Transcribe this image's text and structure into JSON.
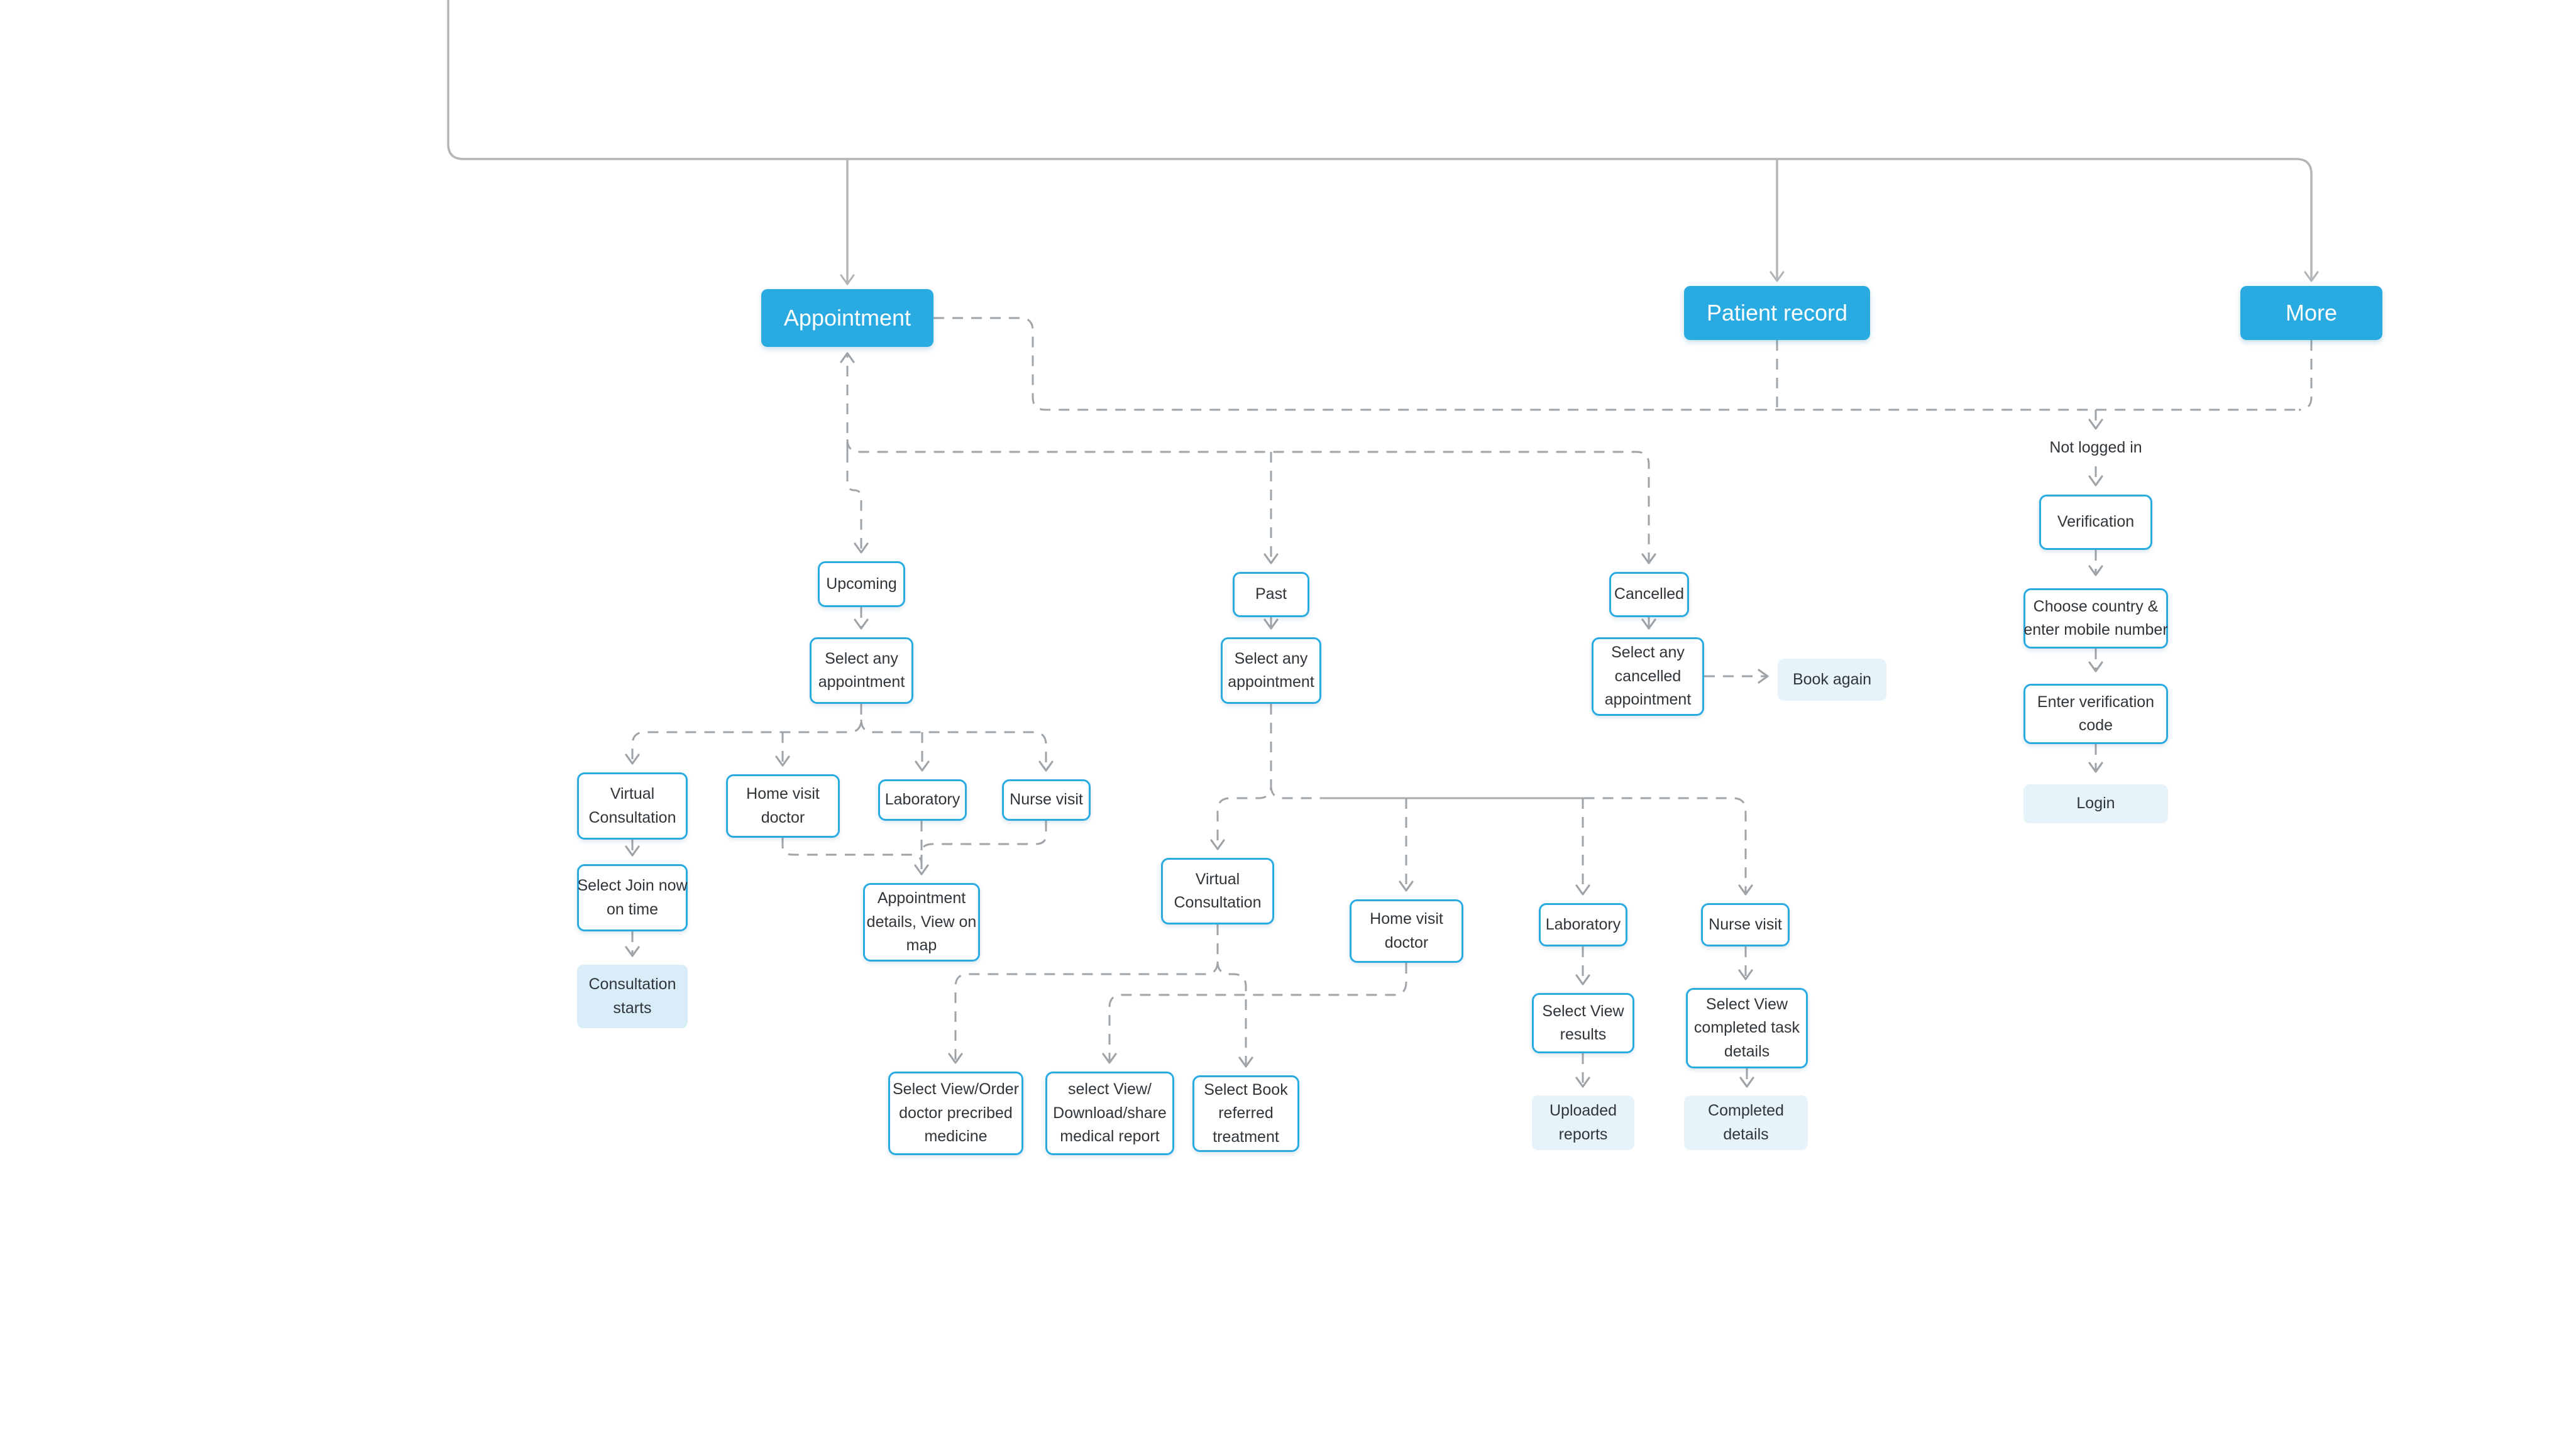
{
  "colors": {
    "primary_blue": "#29ABE2",
    "soft_blue_fill": "#E6F3FB",
    "soft_blue_fill_dark": "#D8EDF8",
    "connector_gray": "#9FA4A9",
    "text": "#30353A"
  },
  "labels": {
    "not_logged_in": "Not logged in"
  },
  "nodes": {
    "appointment": {
      "label": "Appointment"
    },
    "patient_record": {
      "label": "Patient record"
    },
    "more": {
      "label": "More"
    },
    "upcoming": {
      "label": "Upcoming"
    },
    "select_any_appointment_upcoming": {
      "label": "Select any\nappointment"
    },
    "virtual_consultation_1": {
      "label": "Virtual\nConsultation"
    },
    "home_visit_doctor_1": {
      "label": "Home visit\ndoctor"
    },
    "laboratory_1": {
      "label": "Laboratory"
    },
    "nurse_visit_1": {
      "label": "Nurse visit"
    },
    "select_join_now": {
      "label": "Select Join now\non time"
    },
    "consultation_starts": {
      "label": "Consultation\nstarts"
    },
    "appointment_details": {
      "label": "Appointment\ndetails, View on\nmap"
    },
    "past": {
      "label": "Past"
    },
    "select_any_appointment_past": {
      "label": "Select any\nappointment"
    },
    "virtual_consultation_2": {
      "label": "Virtual\nConsultation"
    },
    "home_visit_doctor_2": {
      "label": "Home visit\ndoctor"
    },
    "laboratory_2": {
      "label": "Laboratory"
    },
    "nurse_visit_2": {
      "label": "Nurse visit"
    },
    "select_view_order_medicine": {
      "label": "Select View/Order\ndoctor precribed\nmedicine"
    },
    "select_view_download_report": {
      "label": "select View/\nDownload/share\nmedical report"
    },
    "select_book_referred": {
      "label": "Select Book\nreferred\ntreatment"
    },
    "select_view_results": {
      "label": "Select View\nresults"
    },
    "uploaded_reports": {
      "label": "Uploaded\nreports"
    },
    "select_view_completed": {
      "label": "Select View\ncompleted task\ndetails"
    },
    "completed_details": {
      "label": "Completed\ndetails"
    },
    "cancelled": {
      "label": "Cancelled"
    },
    "select_any_cancelled": {
      "label": "Select any\ncancelled\nappointment"
    },
    "book_again": {
      "label": "Book again"
    },
    "verification": {
      "label": "Verification"
    },
    "choose_country": {
      "label": "Choose country &\nenter mobile number"
    },
    "enter_verification_code": {
      "label": "Enter verification\ncode"
    },
    "login": {
      "label": "Login"
    }
  }
}
